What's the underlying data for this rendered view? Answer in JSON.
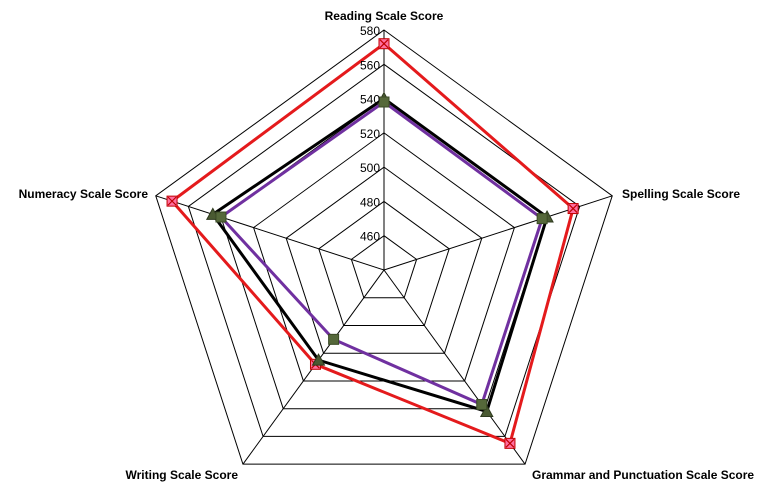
{
  "chart_data": {
    "type": "radar",
    "title": "",
    "axes": [
      "Reading Scale Score",
      "Spelling Scale Score",
      "Grammar and Punctuation Scale Score",
      "Writing Scale Score",
      "Numeracy Scale Score"
    ],
    "rmin": 440,
    "rmax": 580,
    "ticks": [
      460,
      480,
      500,
      520,
      540,
      560,
      580
    ],
    "tick_labels": [
      "460",
      "480",
      "500",
      "520",
      "540",
      "560",
      "580"
    ],
    "grid": true,
    "legend": "none",
    "series": [
      {
        "color": "#e41a1c",
        "marker": "square-x",
        "values": [
          572,
          556,
          565,
          508,
          570
        ]
      },
      {
        "color": "#000000",
        "marker": "triangle",
        "values": [
          540,
          540,
          542,
          505,
          545
        ]
      },
      {
        "color": "#7030a0",
        "marker": "square",
        "values": [
          538,
          537,
          537,
          490,
          540
        ]
      }
    ]
  }
}
